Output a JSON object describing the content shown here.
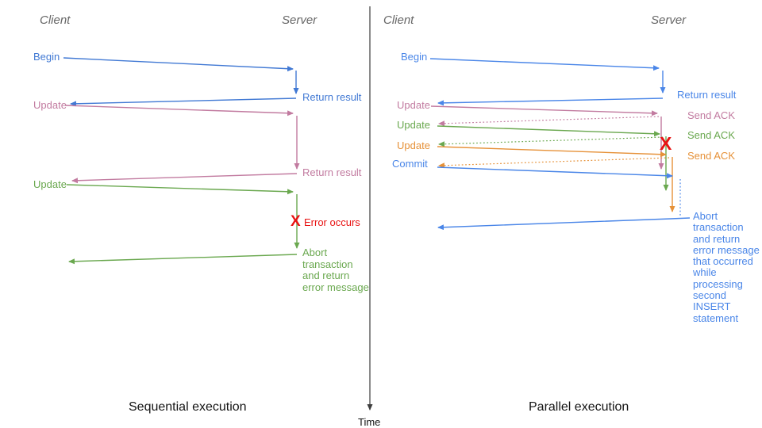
{
  "colors": {
    "left_blue": "#4179d4",
    "right_blue": "#4a86e8",
    "pink": "#c27ba0",
    "green": "#6aa84f",
    "orange": "#e69138",
    "red": "#e81313",
    "header_gray": "#666666",
    "axis_gray": "#3d3d3d",
    "text_black": "#141414"
  },
  "time_axis": {
    "label": "Time"
  },
  "left_panel": {
    "title": "Sequential execution",
    "client_header": "Client",
    "server_header": "Server",
    "begin_label": "Begin",
    "return_result_1": "Return result",
    "update_1": "Update",
    "return_result_2": "Return result",
    "update_2": "Update",
    "error_x": "X",
    "error_label": "Error occurs",
    "abort_label": "Abort\ntransaction\nand return\nerror message"
  },
  "right_panel": {
    "title": "Parallel execution",
    "client_header": "Client",
    "server_header": "Server",
    "begin_label": "Begin",
    "return_result_1": "Return result",
    "update_1": "Update",
    "send_ack_1": "Send ACK",
    "update_2": "Update",
    "send_ack_2": "Send ACK",
    "update_3": "Update",
    "send_ack_3": "Send ACK",
    "commit_label": "Commit",
    "error_x": "X",
    "abort_label": "Abort\ntransaction\nand return\nerror message\nthat occurred\nwhile\nprocessing\nsecond\nINSERT\nstatement"
  }
}
